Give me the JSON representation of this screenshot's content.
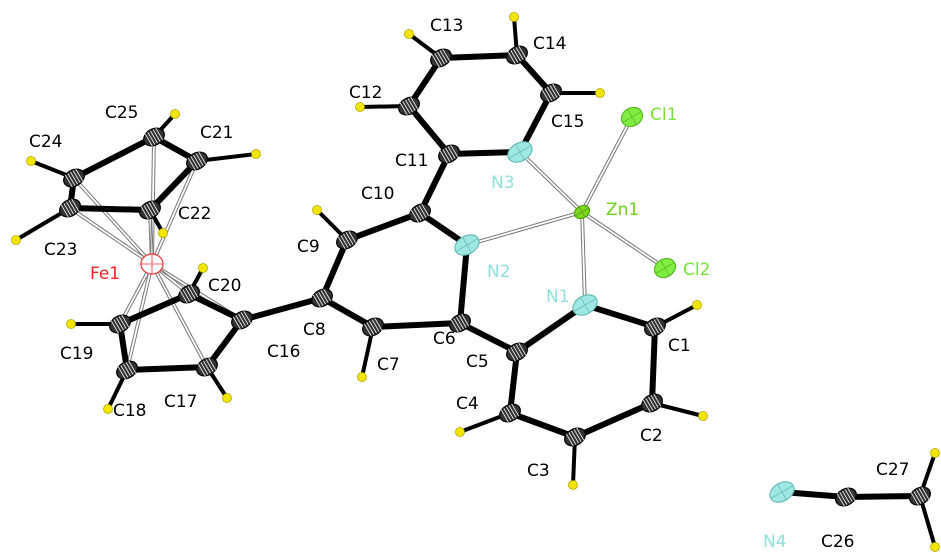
{
  "colors": {
    "background": "#ffffff",
    "carbon": "#333333",
    "carbon_label": "#000000",
    "bond": "#000000",
    "coord_bond": "#777777",
    "hydrogen": "#f2e600",
    "nitrogen": "#9fe7e3",
    "nitrogen_label": "#8fe0dc",
    "chlorine": "#80ee40",
    "chlorine_label": "#78e238",
    "zinc": "#7fd820",
    "zinc_label": "#6cd018",
    "iron": "#ff3030",
    "iron_label": "#ff2020"
  },
  "atoms": {
    "C1": {
      "label": "C1",
      "element": "C"
    },
    "C2": {
      "label": "C2",
      "element": "C"
    },
    "C3": {
      "label": "C3",
      "element": "C"
    },
    "C4": {
      "label": "C4",
      "element": "C"
    },
    "C5": {
      "label": "C5",
      "element": "C"
    },
    "C6": {
      "label": "C6",
      "element": "C"
    },
    "C7": {
      "label": "C7",
      "element": "C"
    },
    "C8": {
      "label": "C8",
      "element": "C"
    },
    "C9": {
      "label": "C9",
      "element": "C"
    },
    "C10": {
      "label": "C10",
      "element": "C"
    },
    "C11": {
      "label": "C11",
      "element": "C"
    },
    "C12": {
      "label": "C12",
      "element": "C"
    },
    "C13": {
      "label": "C13",
      "element": "C"
    },
    "C14": {
      "label": "C14",
      "element": "C"
    },
    "C15": {
      "label": "C15",
      "element": "C"
    },
    "C16": {
      "label": "C16",
      "element": "C"
    },
    "C17": {
      "label": "C17",
      "element": "C"
    },
    "C18": {
      "label": "C18",
      "element": "C"
    },
    "C19": {
      "label": "C19",
      "element": "C"
    },
    "C20": {
      "label": "C20",
      "element": "C"
    },
    "C21": {
      "label": "C21",
      "element": "C"
    },
    "C22": {
      "label": "C22",
      "element": "C"
    },
    "C23": {
      "label": "C23",
      "element": "C"
    },
    "C24": {
      "label": "C24",
      "element": "C"
    },
    "C25": {
      "label": "C25",
      "element": "C"
    },
    "C26": {
      "label": "C26",
      "element": "C"
    },
    "C27": {
      "label": "C27",
      "element": "C"
    },
    "N1": {
      "label": "N1",
      "element": "N"
    },
    "N2": {
      "label": "N2",
      "element": "N"
    },
    "N3": {
      "label": "N3",
      "element": "N"
    },
    "N4": {
      "label": "N4",
      "element": "N"
    },
    "Zn1": {
      "label": "Zn1",
      "element": "Zn"
    },
    "Fe1": {
      "label": "Fe1",
      "element": "Fe"
    },
    "Cl1": {
      "label": "Cl1",
      "element": "Cl"
    },
    "Cl2": {
      "label": "Cl2",
      "element": "Cl"
    }
  },
  "bonds": [
    [
      "N1",
      "C1"
    ],
    [
      "C1",
      "C2"
    ],
    [
      "C2",
      "C3"
    ],
    [
      "C3",
      "C4"
    ],
    [
      "C4",
      "C5"
    ],
    [
      "C5",
      "N1"
    ],
    [
      "C5",
      "C6"
    ],
    [
      "C6",
      "N2"
    ],
    [
      "N2",
      "C10"
    ],
    [
      "C10",
      "C9"
    ],
    [
      "C9",
      "C8"
    ],
    [
      "C8",
      "C7"
    ],
    [
      "C7",
      "C6"
    ],
    [
      "C10",
      "C11"
    ],
    [
      "C11",
      "N3"
    ],
    [
      "N3",
      "C15"
    ],
    [
      "C15",
      "C14"
    ],
    [
      "C14",
      "C13"
    ],
    [
      "C13",
      "C12"
    ],
    [
      "C12",
      "C11"
    ],
    [
      "C8",
      "C16"
    ],
    [
      "C16",
      "C17"
    ],
    [
      "C17",
      "C18"
    ],
    [
      "C18",
      "C19"
    ],
    [
      "C19",
      "C20"
    ],
    [
      "C20",
      "C16"
    ],
    [
      "C21",
      "C22"
    ],
    [
      "C22",
      "C23"
    ],
    [
      "C23",
      "C24"
    ],
    [
      "C24",
      "C25"
    ],
    [
      "C25",
      "C21"
    ],
    [
      "N4",
      "C26"
    ],
    [
      "C26",
      "C27"
    ]
  ],
  "coordination_bonds": [
    [
      "Zn1",
      "N1"
    ],
    [
      "Zn1",
      "N2"
    ],
    [
      "Zn1",
      "N3"
    ],
    [
      "Zn1",
      "Cl1"
    ],
    [
      "Zn1",
      "Cl2"
    ],
    [
      "Fe1",
      "C16"
    ],
    [
      "Fe1",
      "C17"
    ],
    [
      "Fe1",
      "C18"
    ],
    [
      "Fe1",
      "C19"
    ],
    [
      "Fe1",
      "C20"
    ],
    [
      "Fe1",
      "C21"
    ],
    [
      "Fe1",
      "C22"
    ],
    [
      "Fe1",
      "C23"
    ],
    [
      "Fe1",
      "C24"
    ],
    [
      "Fe1",
      "C25"
    ]
  ],
  "hydrogens": [
    {
      "parent": "C1"
    },
    {
      "parent": "C2"
    },
    {
      "parent": "C3"
    },
    {
      "parent": "C4"
    },
    {
      "parent": "C7"
    },
    {
      "parent": "C9"
    },
    {
      "parent": "C12"
    },
    {
      "parent": "C13"
    },
    {
      "parent": "C14"
    },
    {
      "parent": "C15"
    },
    {
      "parent": "C17"
    },
    {
      "parent": "C18"
    },
    {
      "parent": "C19"
    },
    {
      "parent": "C20"
    },
    {
      "parent": "C21"
    },
    {
      "parent": "C22"
    },
    {
      "parent": "C23"
    },
    {
      "parent": "C24"
    },
    {
      "parent": "C25"
    },
    {
      "parent": "C27"
    },
    {
      "parent": "C27"
    }
  ]
}
